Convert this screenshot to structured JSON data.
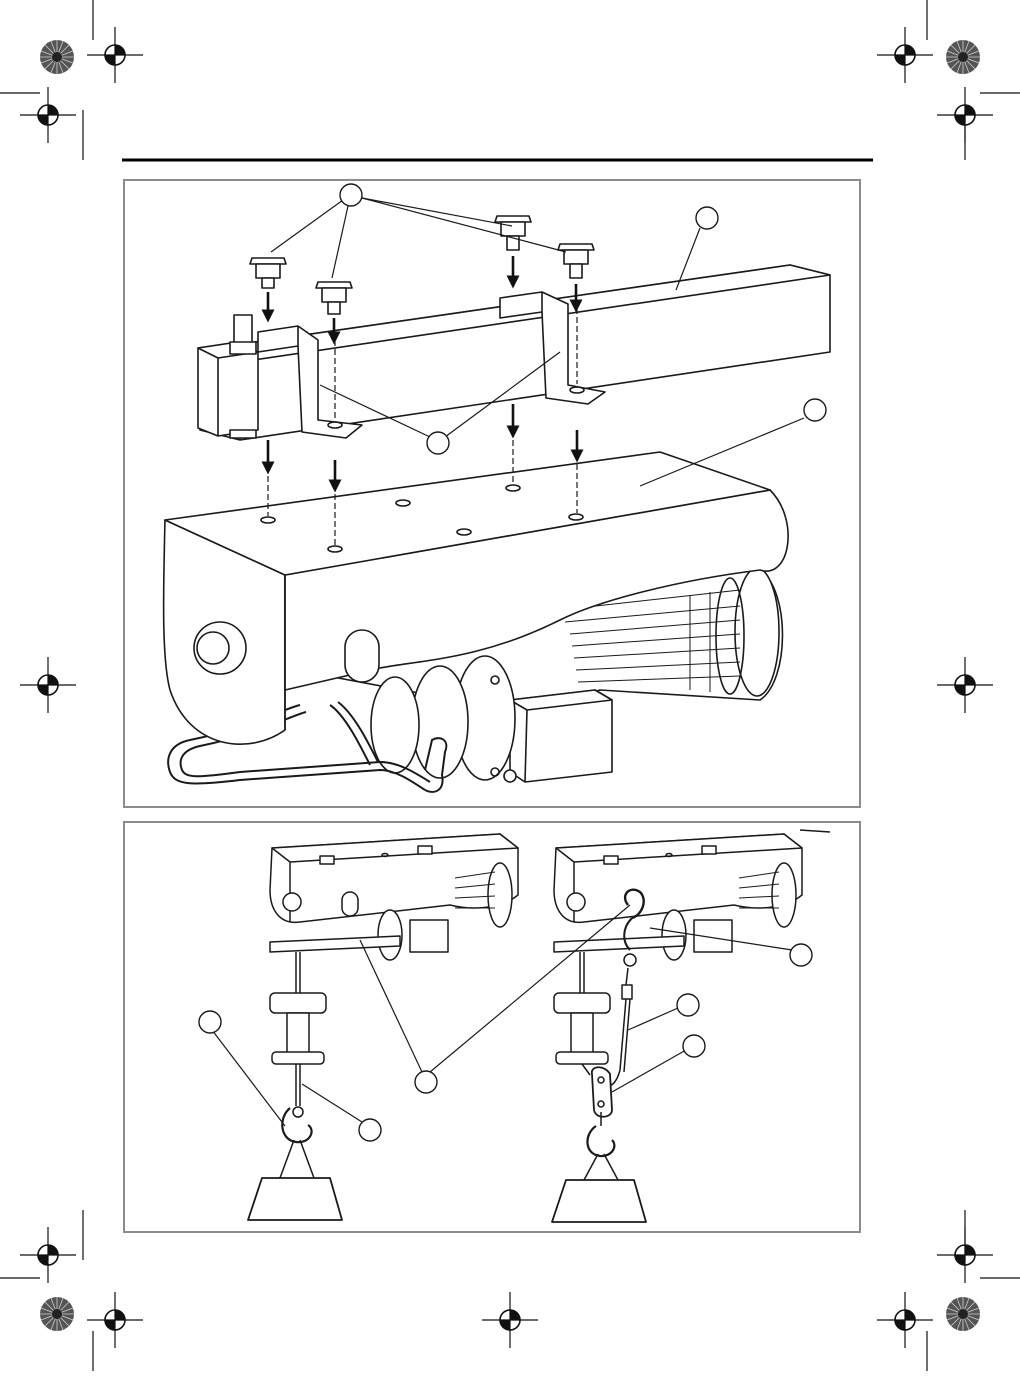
{
  "page": {
    "background": "#ffffff",
    "ink": "#1a1a1a",
    "panel_border": "#8c8c8c",
    "header_rule": "#000000"
  },
  "figures": [
    {
      "id": "figure-1",
      "subject": "hoist-mounting",
      "callouts": [
        "",
        "",
        "",
        ""
      ]
    },
    {
      "id": "figure-2",
      "subject": "load-attachment",
      "callouts": [
        "",
        "",
        "",
        "",
        "",
        ""
      ]
    }
  ],
  "print_marks": {
    "registration_crosshair": "registration-crosshair-icon",
    "color_target": "color-target-icon"
  }
}
